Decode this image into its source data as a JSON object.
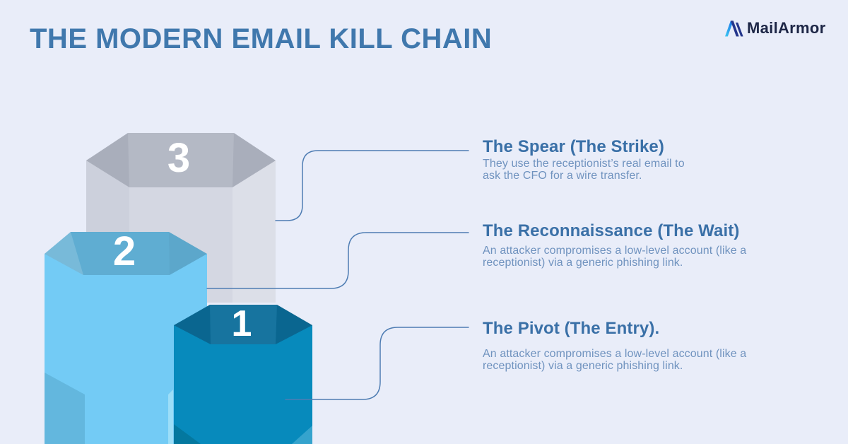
{
  "header": {
    "title": "THE MODERN EMAIL KILL CHAIN"
  },
  "brand": {
    "name": "MailArmor"
  },
  "colors": {
    "background": "#e9edf9",
    "title_text": "#4078ad",
    "heading_text": "#3a70a7",
    "body_text": "#7093bf",
    "connector_line": "#4f7db3",
    "number_text": "#ffffff",
    "brand_text": "#1d2646",
    "brand_icon_light": "#3ec9f2",
    "brand_icon_mid": "#1d7ae8",
    "brand_icon_dark": "#24368c"
  },
  "towers": [
    {
      "number": "3",
      "top_color": "#b0b5c2",
      "body_color": "#d4d7e2",
      "left_facet_color": "#ccd0dc",
      "right_facet_color": "#dcdfe8"
    },
    {
      "number": "2",
      "top_color": "#5fadd2",
      "body_color": "#73cbf5",
      "shadow_color": "#63b7de",
      "highlight_color": "#9cdef8"
    },
    {
      "number": "1",
      "top_color": "#0b6d9a",
      "body_color": "#078abc",
      "shadow_color": "#04789f",
      "highlight_color": "#35a3cd"
    }
  ],
  "steps": [
    {
      "title": "The Spear (The Strike)",
      "description": "They use the receptionist’s real email to\nask the CFO for a wire transfer."
    },
    {
      "title": "The Reconnaissance (The Wait)",
      "description": "An attacker compromises a low-level account (like a\nreceptionist) via a generic phishing link."
    },
    {
      "title": "The Pivot (The Entry).",
      "description": "An attacker compromises a low-level account (like a\nreceptionist) via a generic phishing link."
    }
  ]
}
